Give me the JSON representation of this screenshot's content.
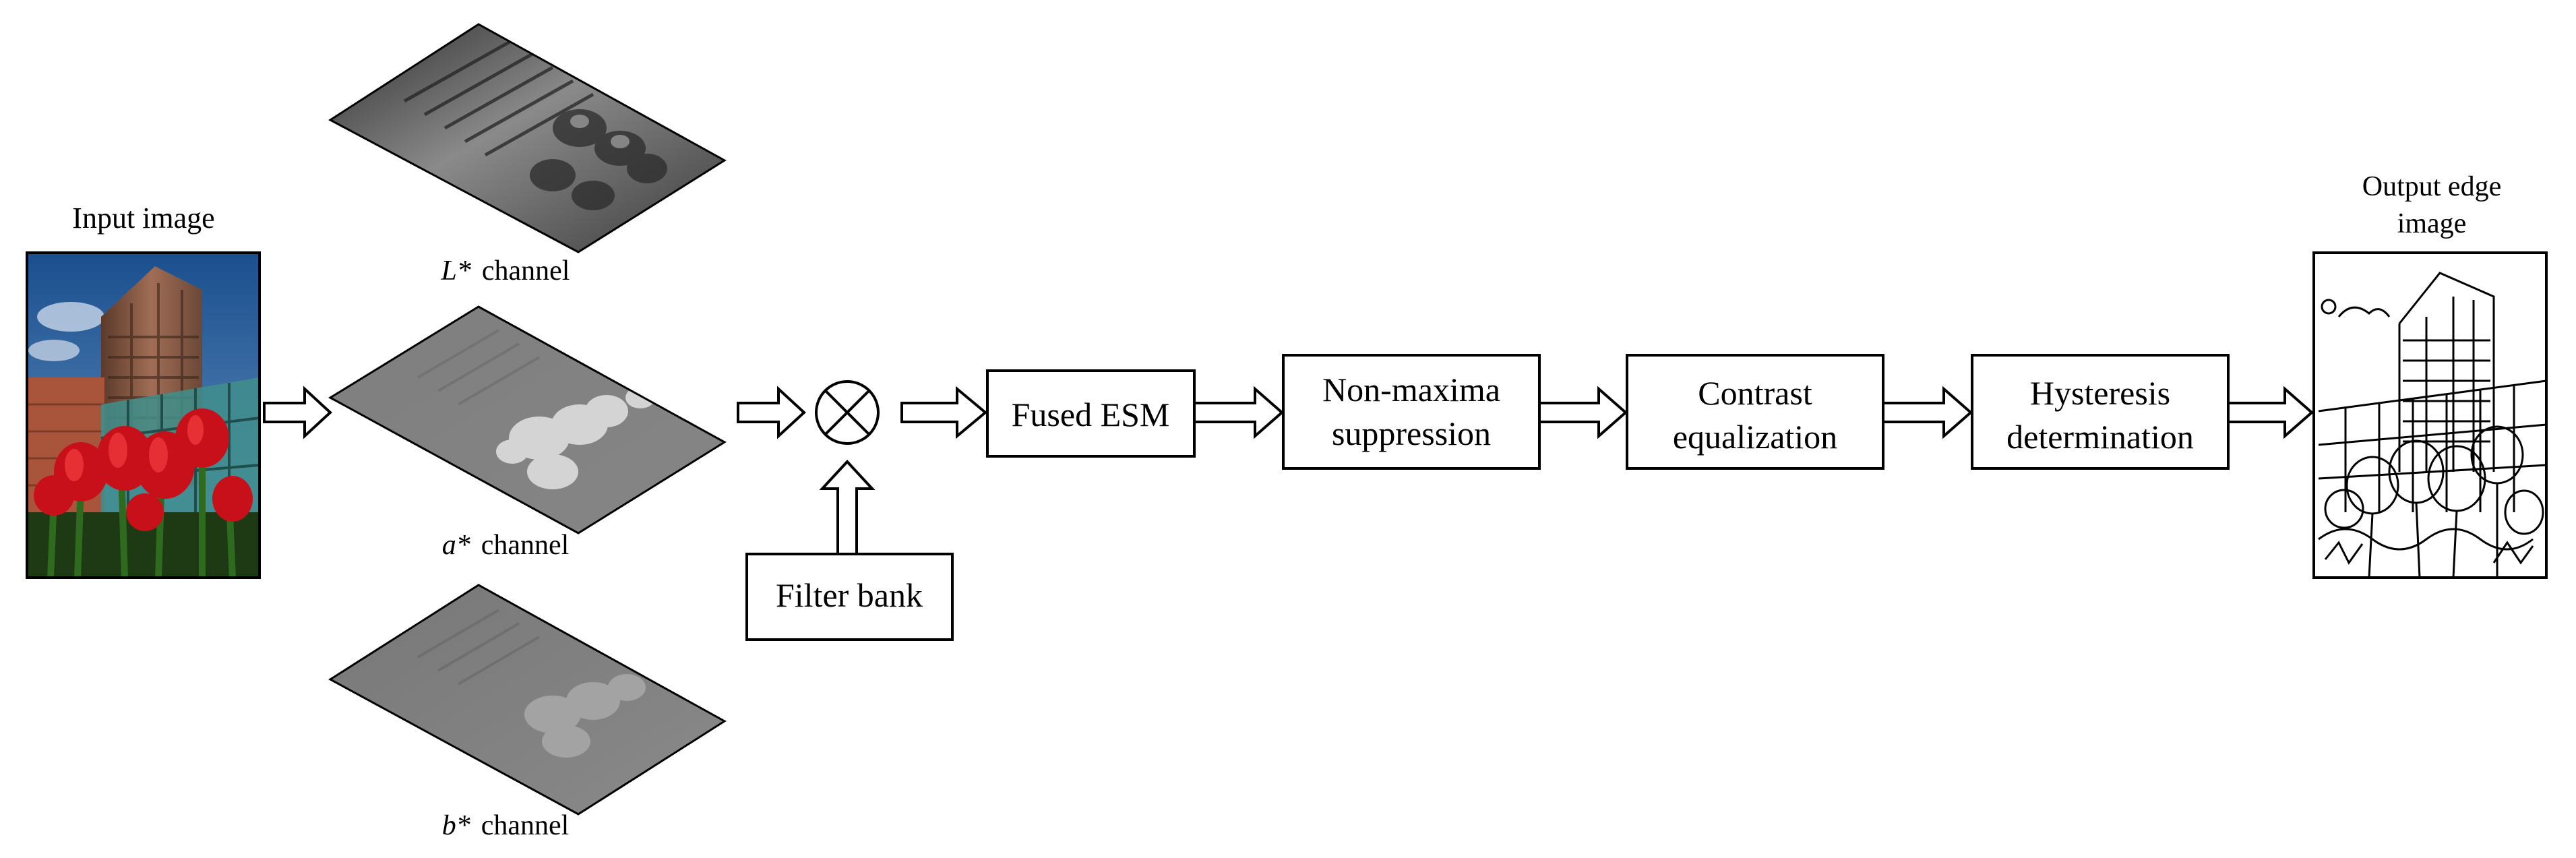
{
  "input": {
    "label": "Input image"
  },
  "output": {
    "label_line1": "Output edge",
    "label_line2": "image"
  },
  "channels": [
    {
      "symbol": "L*",
      "suffix": "channel"
    },
    {
      "symbol": "a*",
      "suffix": "channel"
    },
    {
      "symbol": "b*",
      "suffix": "channel"
    }
  ],
  "filter_bank": {
    "label": "Filter bank"
  },
  "blocks": {
    "fused_esm": {
      "line1": "Fused ESM"
    },
    "non_maxima": {
      "line1": "Non-maxima",
      "line2": "suppression"
    },
    "contrast": {
      "line1": "Contrast",
      "line2": "equalization"
    },
    "hysteresis": {
      "line1": "Hysteresis",
      "line2": "determination"
    }
  },
  "colors": {
    "stroke": "#000000",
    "background": "#ffffff"
  }
}
